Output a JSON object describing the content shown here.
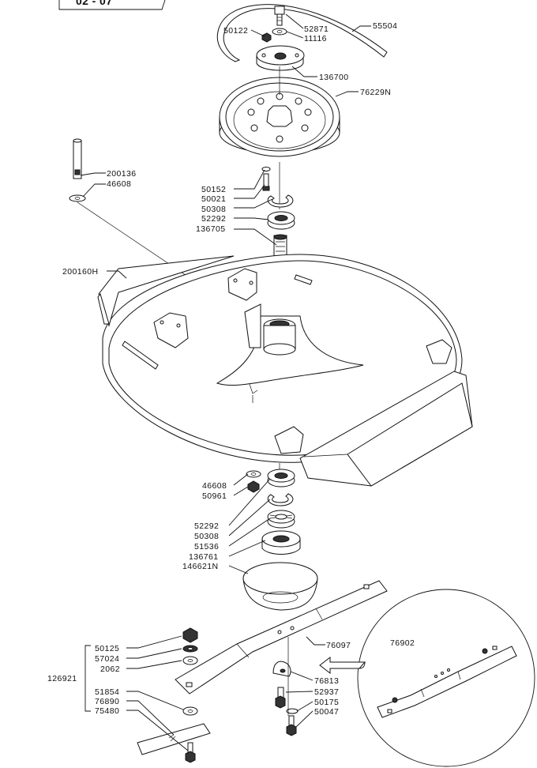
{
  "header": {
    "title_fragment": "02 - 07"
  },
  "labels": {
    "p55504": "55504",
    "p52871": "52871",
    "p50122": "50122",
    "p11116": "11116",
    "p136700": "136700",
    "p76229N": "76229N",
    "p200136": "200136",
    "p46608_top": "46608",
    "p50152": "50152",
    "p50021": "50021",
    "p50308_top": "50308",
    "p52292_top": "52292",
    "p136705": "136705",
    "p200160H": "200160H",
    "p46608_bot": "46608",
    "p50961": "50961",
    "p52292_bot": "52292",
    "p50308_bot": "50308",
    "p51536": "51536",
    "p136761": "136761",
    "p146621N": "146621N",
    "p76097": "76097",
    "p76902": "76902",
    "p50125": "50125",
    "p57024": "57024",
    "p2062": "2062",
    "p126921": "126921",
    "p51854": "51854",
    "p76890": "76890",
    "p75480": "75480",
    "p76813": "76813",
    "p52937": "52937",
    "p50175": "50175",
    "p50047": "50047"
  }
}
